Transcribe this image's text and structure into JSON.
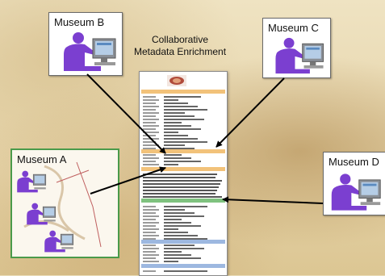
{
  "title_lines": [
    "Collaborative",
    "Metadata Enrichment"
  ],
  "museums": {
    "a": {
      "label": "Museum A"
    },
    "b": {
      "label": "Museum B"
    },
    "c": {
      "label": "Museum C"
    },
    "d": {
      "label": "Museum D"
    }
  },
  "icons": {
    "person": "person-at-computer-icon",
    "document": "metadata-record-document",
    "arrow": "arrow"
  },
  "colors": {
    "person": "#7b3fd0",
    "doc_band_orange": "#f2c27a",
    "doc_band_green": "#7fc27f",
    "doc_band_blue": "#9db8e0",
    "museum_a_border": "#4a9a4a"
  }
}
